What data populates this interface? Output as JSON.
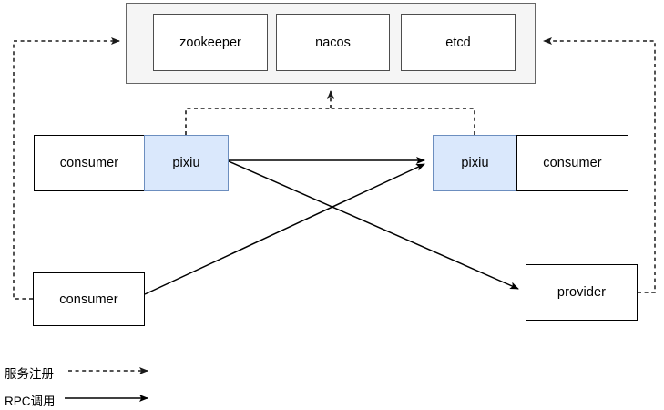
{
  "diagram": {
    "registry": {
      "name": "registry-center",
      "items": [
        {
          "label": "zookeeper"
        },
        {
          "label": "nacos"
        },
        {
          "label": "etcd"
        }
      ]
    },
    "nodes": [
      {
        "id": "consumer-top-left",
        "label": "consumer"
      },
      {
        "id": "pixiu-left",
        "label": "pixiu"
      },
      {
        "id": "pixiu-right",
        "label": "pixiu"
      },
      {
        "id": "consumer-top-right",
        "label": "consumer"
      },
      {
        "id": "consumer-bottom-left",
        "label": "consumer"
      },
      {
        "id": "provider",
        "label": "provider"
      }
    ],
    "legend": [
      {
        "id": "service-registration",
        "label": "服务注册",
        "style": "dashed"
      },
      {
        "id": "rpc-invocation",
        "label": "RPC调用",
        "style": "solid"
      }
    ],
    "colors": {
      "pixiu_fill": "#dae8fc",
      "pixiu_stroke": "#6c8ebf",
      "registry_fill": "#f5f5f5",
      "registry_stroke": "#666666",
      "box_stroke": "#000000",
      "edge_stroke": "#000000",
      "dashed_edge_stroke": "#4d4d4d"
    }
  }
}
